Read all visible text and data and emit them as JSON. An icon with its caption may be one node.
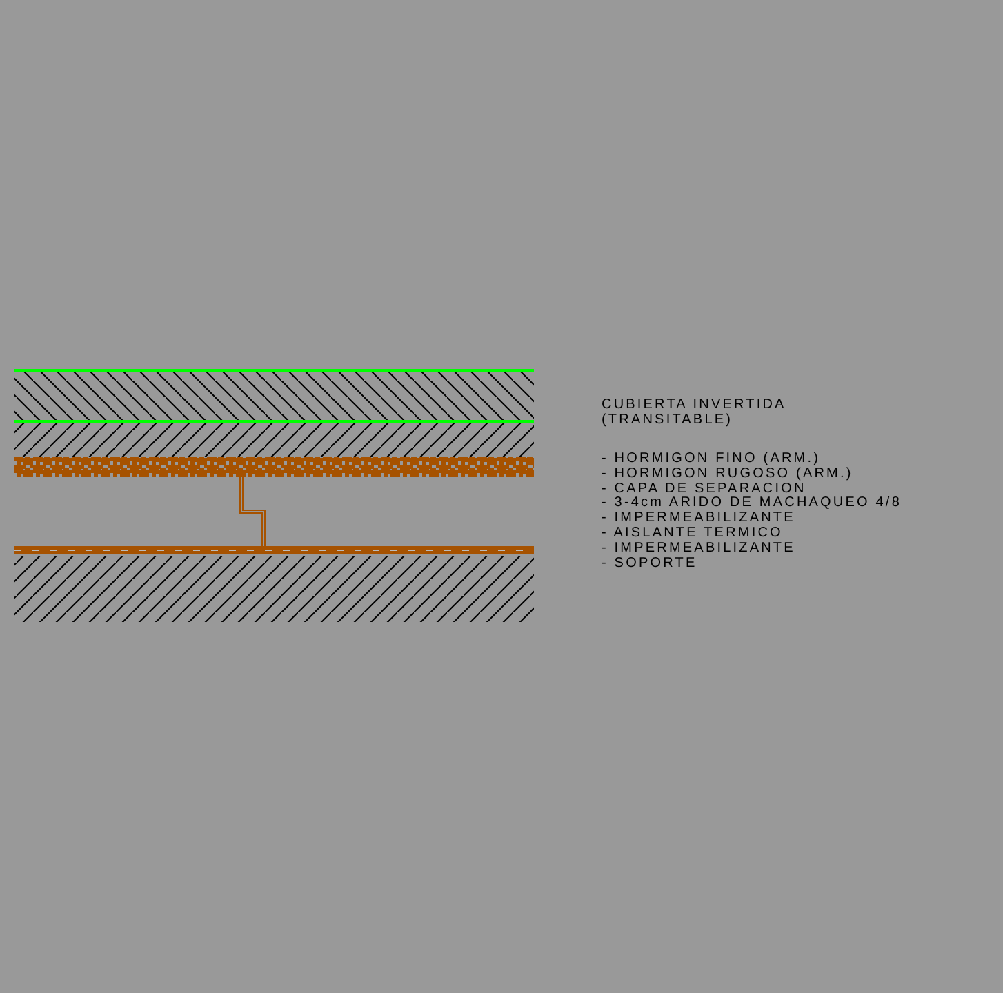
{
  "diagram": {
    "title": "CUBIERTA INVERTIDA (TRANSITABLE)",
    "labels": [
      "- HORMIGON FINO (ARM.)",
      "- HORMIGON RUGOSO (ARM.)",
      "- CAPA DE SEPARACION",
      "- 3-4cm ARIDO DE MACHAQUEO 4/8",
      "- IMPERMEABILIZANTE",
      "- AISLANTE TERMICO",
      "- IMPERMEABILIZANTE",
      "- SOPORTE"
    ]
  }
}
